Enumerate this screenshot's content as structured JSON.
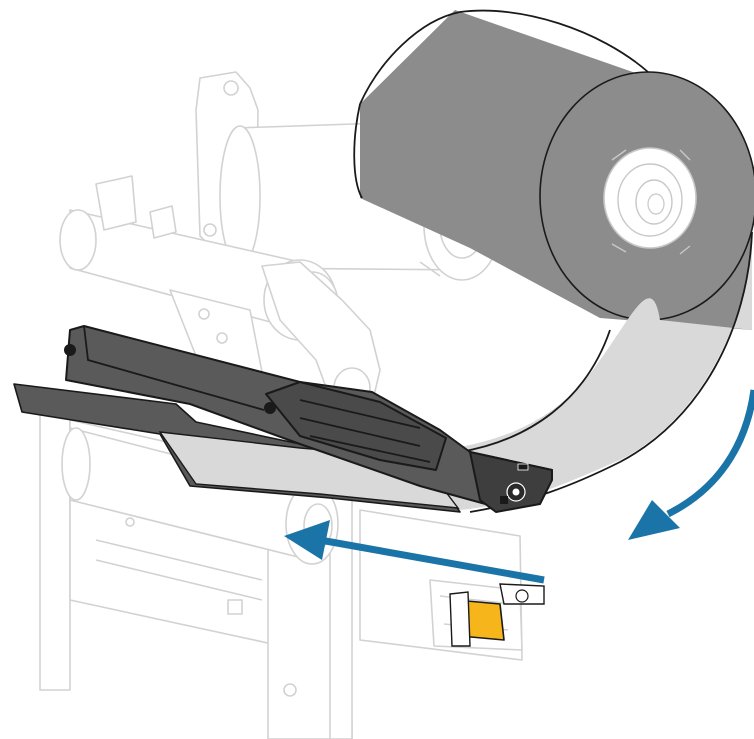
{
  "colors": {
    "background": "#ffffff",
    "ghost_outline": "#d2d2d2",
    "ribbon_roll": "#8c8c8c",
    "ribbon_strip": "#d9d9d9",
    "printhead": "#5a5a5a",
    "dark_outline": "#1a1a1a",
    "arrow": "#1a74a8",
    "latch": "#f5b51b"
  },
  "arrows": [
    {
      "name": "ribbon-path-arrow",
      "semantic": "curved-arrow-down-left"
    },
    {
      "name": "threading-direction-arrow",
      "semantic": "straight-arrow-left"
    }
  ],
  "highlight": {
    "name": "printhead-latch",
    "semantic": "yellow-lever"
  }
}
